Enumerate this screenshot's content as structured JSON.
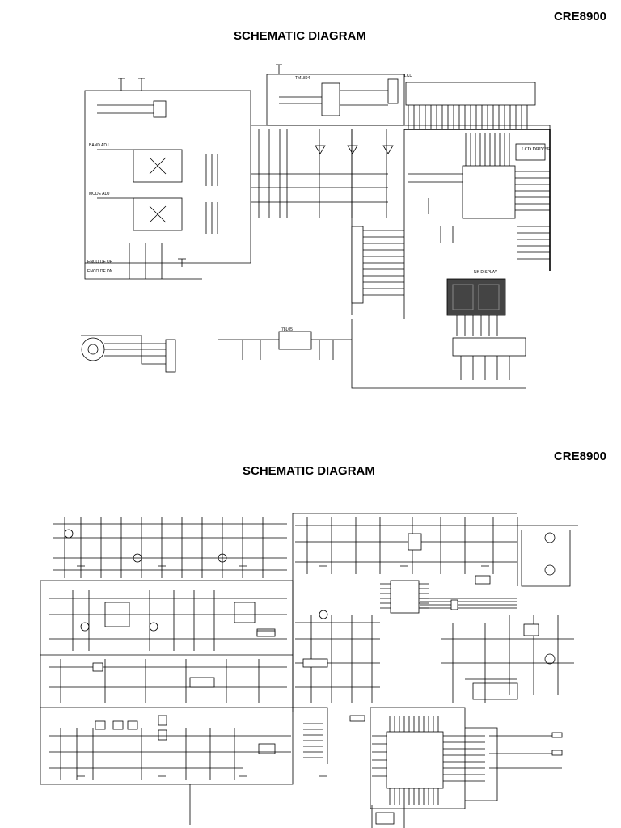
{
  "sheet_1": {
    "model": "CRE8900",
    "title": "SCHEMATIC DIAGRAM",
    "lcd_driver_label": "LCD DRIVER"
  },
  "sheet_2": {
    "model": "CRE8900",
    "title": "SCHEMATIC DIAGRAM"
  }
}
